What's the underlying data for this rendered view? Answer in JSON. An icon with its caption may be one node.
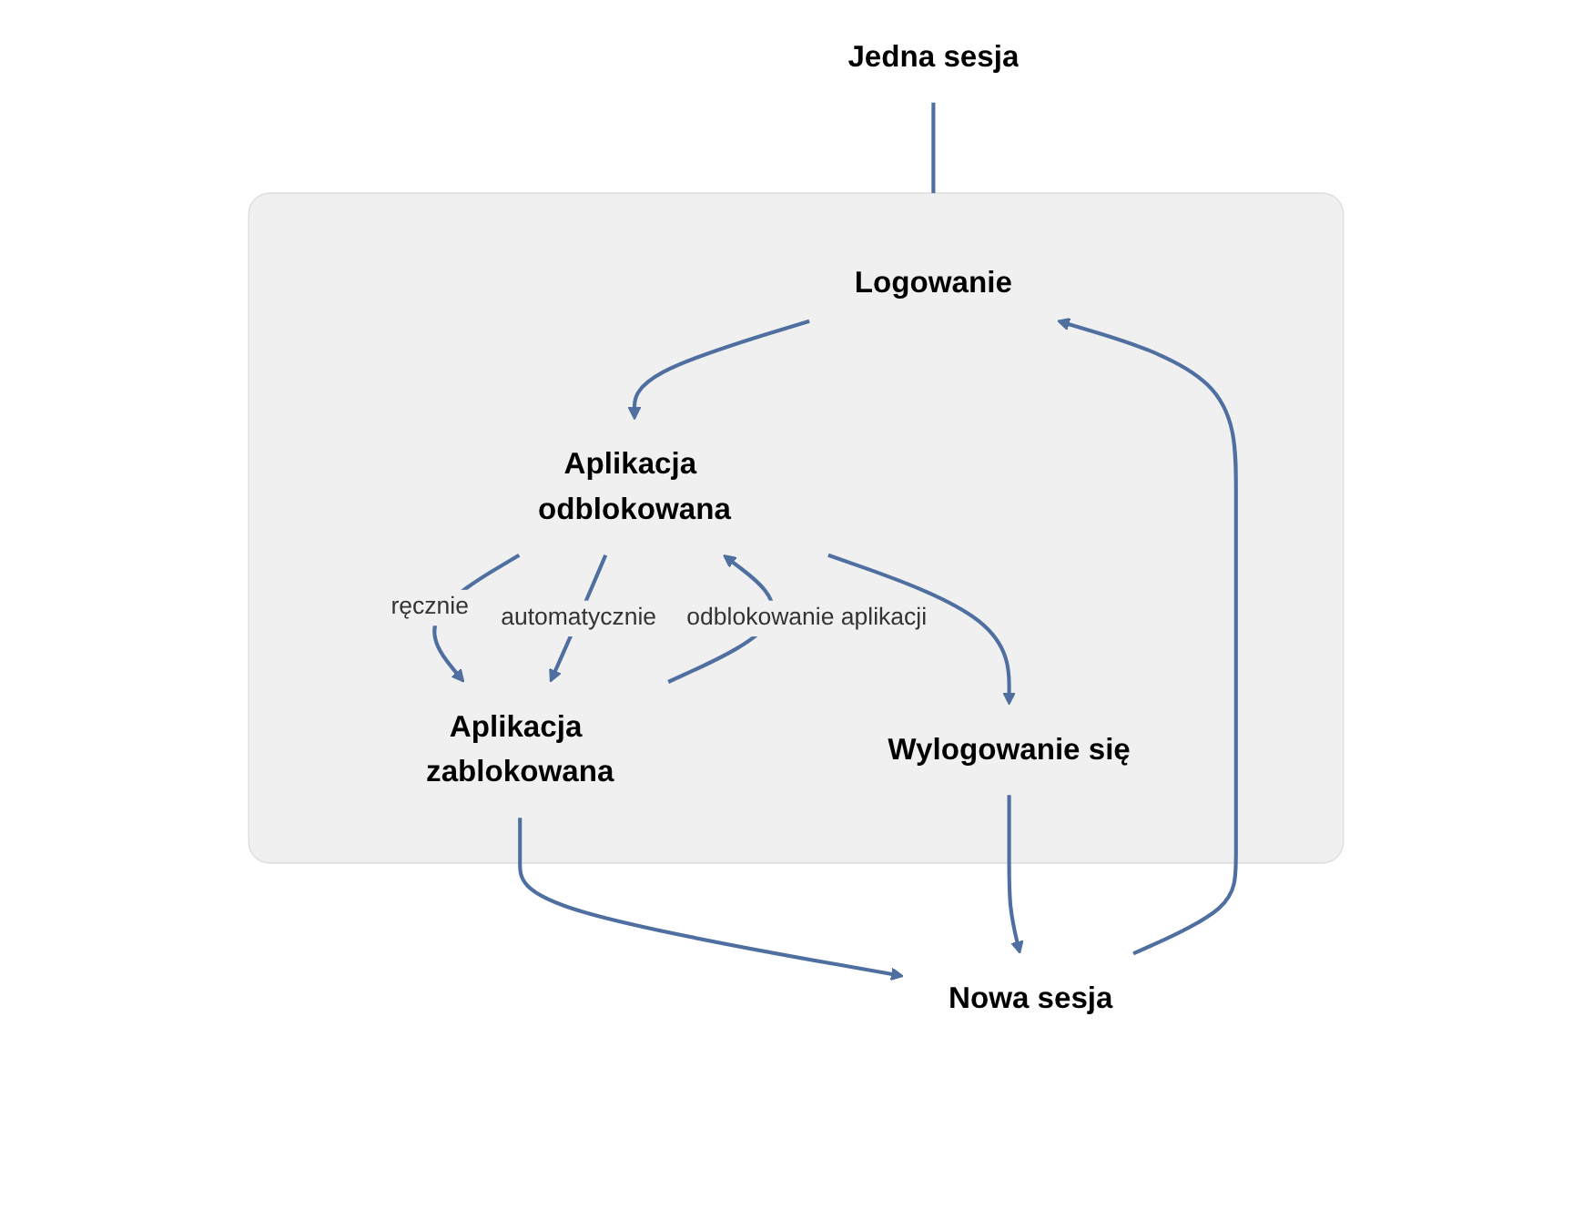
{
  "diagram": {
    "nodes": [
      {
        "text": [],
        "shape": "box"
      },
      {
        "text": [
          "Logowanie"
        ],
        "in": 0
      },
      {
        "text": [
          "Aplikacja odblokowana"
        ],
        "in": 0
      },
      {
        "text": [
          "Aplikacja zablokowana"
        ],
        "in": 0
      },
      {
        "text": [
          "Wylogowanie się"
        ],
        "in": 0
      },
      {
        "text": [
          "Nowa sesja"
        ]
      },
      {
        "text": [
          "Jedna sesja"
        ]
      }
    ],
    "edges": [
      {
        "from": 1,
        "to": 2,
        "arrow": "to"
      },
      {
        "from": 2,
        "to": 3,
        "arrow": "to",
        "label": "ręcznie"
      },
      {
        "from": 2,
        "to": 3,
        "arrow": "to",
        "label": "automatycznie"
      },
      {
        "from": 3,
        "to": 2,
        "arrow": "to",
        "label": "odblokowanie aplikacji"
      },
      {
        "from": 2,
        "to": 4,
        "arrow": "to"
      },
      {
        "from": 3,
        "to": 5,
        "arrow": "to"
      },
      {
        "from": 4,
        "to": 5,
        "arrow": "to"
      },
      {
        "from": 5,
        "to": 1,
        "arrow": "to"
      },
      {
        "from": 6,
        "to": 0,
        "arrow": "none"
      }
    ]
  }
}
